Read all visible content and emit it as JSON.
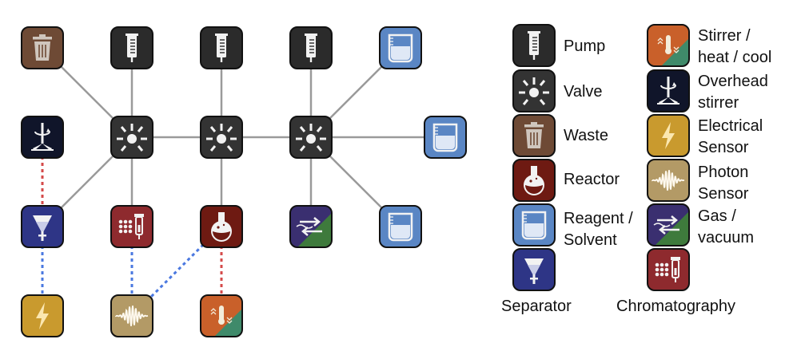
{
  "colors": {
    "pump": "#2b2b2b",
    "valve": "#333333",
    "waste": "#6e4a35",
    "reactor": "#6e1a12",
    "reagent": "#5a86c4",
    "separator": "#2e3586",
    "stirrer_top": "#c9602a",
    "stirrer_bottom": "#3f8a6a",
    "overhead": "#10152a",
    "electrical": "#c99a2e",
    "photon": "#b39a66",
    "gas_purple": "#3a2f70",
    "gas_green": "#3e7a3c",
    "chromatography": "#8e2a2e",
    "solid_edge": "#9a9a9a",
    "red_dotted": "#d44a4a",
    "blue_dotted": "#4a78e0"
  },
  "nodes": [
    {
      "id": "waste_tl",
      "type": "waste"
    },
    {
      "id": "pump_1",
      "type": "pump"
    },
    {
      "id": "pump_2",
      "type": "pump"
    },
    {
      "id": "pump_3",
      "type": "pump"
    },
    {
      "id": "reagent_tr",
      "type": "reagent"
    },
    {
      "id": "overhead_l",
      "type": "overhead"
    },
    {
      "id": "valve_1",
      "type": "valve"
    },
    {
      "id": "valve_2",
      "type": "valve"
    },
    {
      "id": "valve_3",
      "type": "valve"
    },
    {
      "id": "reagent_r",
      "type": "reagent"
    },
    {
      "id": "separator_l",
      "type": "separator"
    },
    {
      "id": "chromatography_m",
      "type": "chromatography"
    },
    {
      "id": "reactor_m",
      "type": "reactor"
    },
    {
      "id": "gas_m",
      "type": "gas"
    },
    {
      "id": "reagent_br",
      "type": "reagent"
    },
    {
      "id": "electrical_b",
      "type": "electrical"
    },
    {
      "id": "photon_b",
      "type": "photon"
    },
    {
      "id": "stirrer_b",
      "type": "stirrer"
    }
  ],
  "edges": [
    {
      "from": "waste_tl",
      "to": "valve_1",
      "style": "solid"
    },
    {
      "from": "pump_1",
      "to": "valve_1",
      "style": "solid"
    },
    {
      "from": "overhead_l",
      "to": "valve_1",
      "style": "none"
    },
    {
      "from": "separator_l",
      "to": "valve_1",
      "style": "solid"
    },
    {
      "from": "chromatography_m",
      "to": "valve_1",
      "style": "solid"
    },
    {
      "from": "valve_1",
      "to": "valve_2",
      "style": "solid"
    },
    {
      "from": "pump_2",
      "to": "valve_2",
      "style": "solid"
    },
    {
      "from": "reactor_m",
      "to": "valve_2",
      "style": "solid"
    },
    {
      "from": "valve_2",
      "to": "valve_3",
      "style": "solid"
    },
    {
      "from": "pump_3",
      "to": "valve_3",
      "style": "solid"
    },
    {
      "from": "reagent_tr",
      "to": "valve_3",
      "style": "solid"
    },
    {
      "from": "reagent_r",
      "to": "valve_3",
      "style": "solid"
    },
    {
      "from": "reagent_br",
      "to": "valve_3",
      "style": "solid"
    },
    {
      "from": "gas_m",
      "to": "valve_3",
      "style": "solid"
    },
    {
      "from": "overhead_l",
      "to": "separator_l",
      "style": "red-dotted"
    },
    {
      "from": "separator_l",
      "to": "electrical_b",
      "style": "blue-dotted"
    },
    {
      "from": "chromatography_m",
      "to": "photon_b",
      "style": "blue-dotted"
    },
    {
      "from": "reactor_m",
      "to": "photon_b",
      "style": "blue-dotted"
    },
    {
      "from": "reactor_m",
      "to": "stirrer_b",
      "style": "red-dotted"
    }
  ],
  "legend": [
    {
      "type": "pump",
      "label": "Pump"
    },
    {
      "type": "valve",
      "label": "Valve"
    },
    {
      "type": "waste",
      "label": "Waste"
    },
    {
      "type": "reactor",
      "label": "Reactor"
    },
    {
      "type": "reagent",
      "label": "Reagent /\nSolvent"
    },
    {
      "type": "separator",
      "label": "Separator"
    },
    {
      "type": "stirrer",
      "label": "Stirrer /\nheat / cool"
    },
    {
      "type": "overhead",
      "label": "Overhead\nstirrer"
    },
    {
      "type": "electrical",
      "label": "Electrical\nSensor"
    },
    {
      "type": "photon",
      "label": "Photon\nSensor"
    },
    {
      "type": "gas",
      "label": "Gas /\nvacuum"
    },
    {
      "type": "chromatography",
      "label": "Chromatography"
    }
  ]
}
